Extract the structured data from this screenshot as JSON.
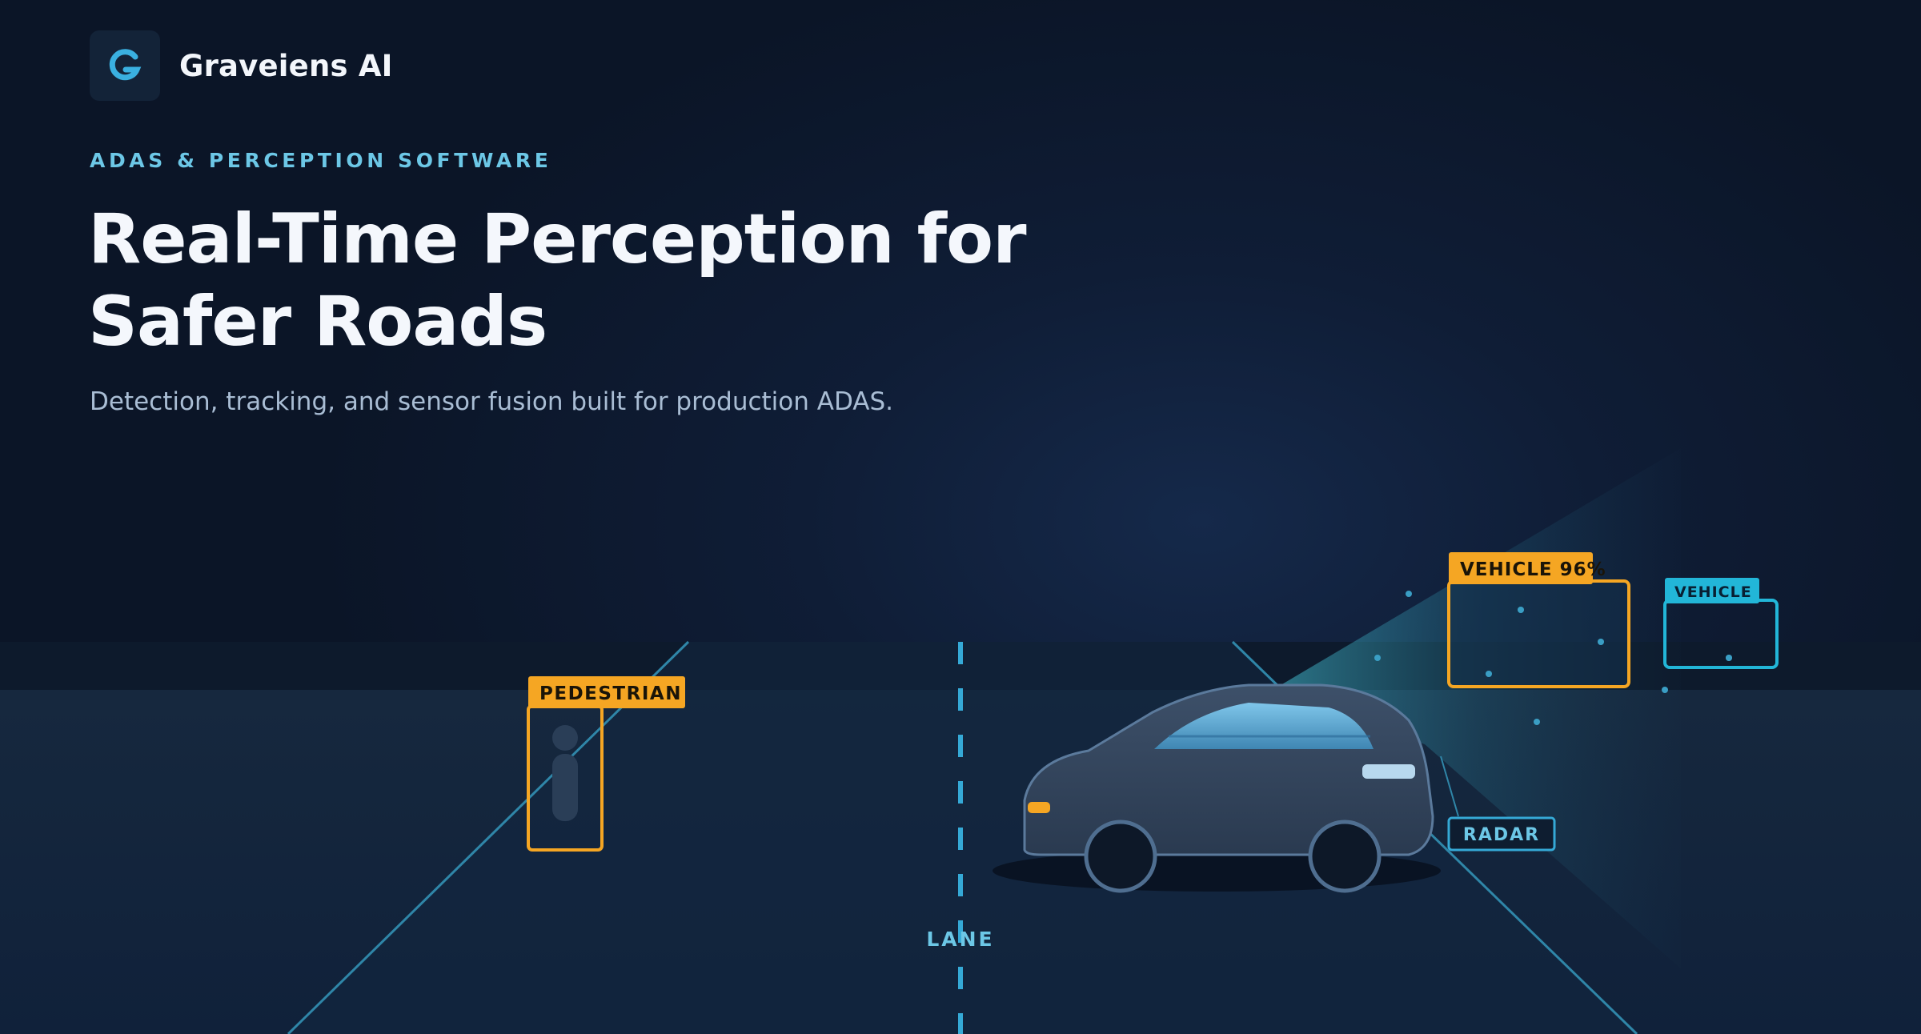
{
  "brand": {
    "name": "Graveiens AI",
    "logo_icon": "g-logo-icon"
  },
  "hero": {
    "eyebrow": "ADAS & PERCEPTION SOFTWARE",
    "title_line1": "Real-Time Perception for",
    "title_line2": "Safer Roads",
    "subtitle": "Detection, tracking, and sensor fusion built for production ADAS."
  },
  "illustration": {
    "labels": {
      "pedestrian": "PEDESTRIAN",
      "vehicle_primary": "VEHICLE 96%",
      "vehicle_secondary": "VEHICLE",
      "radar": "RADAR",
      "lane": "LANE"
    },
    "colors": {
      "background": "#0b1527",
      "accent_cyan": "#35a9d6",
      "detection_orange": "#f5a623",
      "secondary_cyan": "#22b6d8",
      "road": "#13253a",
      "car_body": "#34475f"
    }
  }
}
